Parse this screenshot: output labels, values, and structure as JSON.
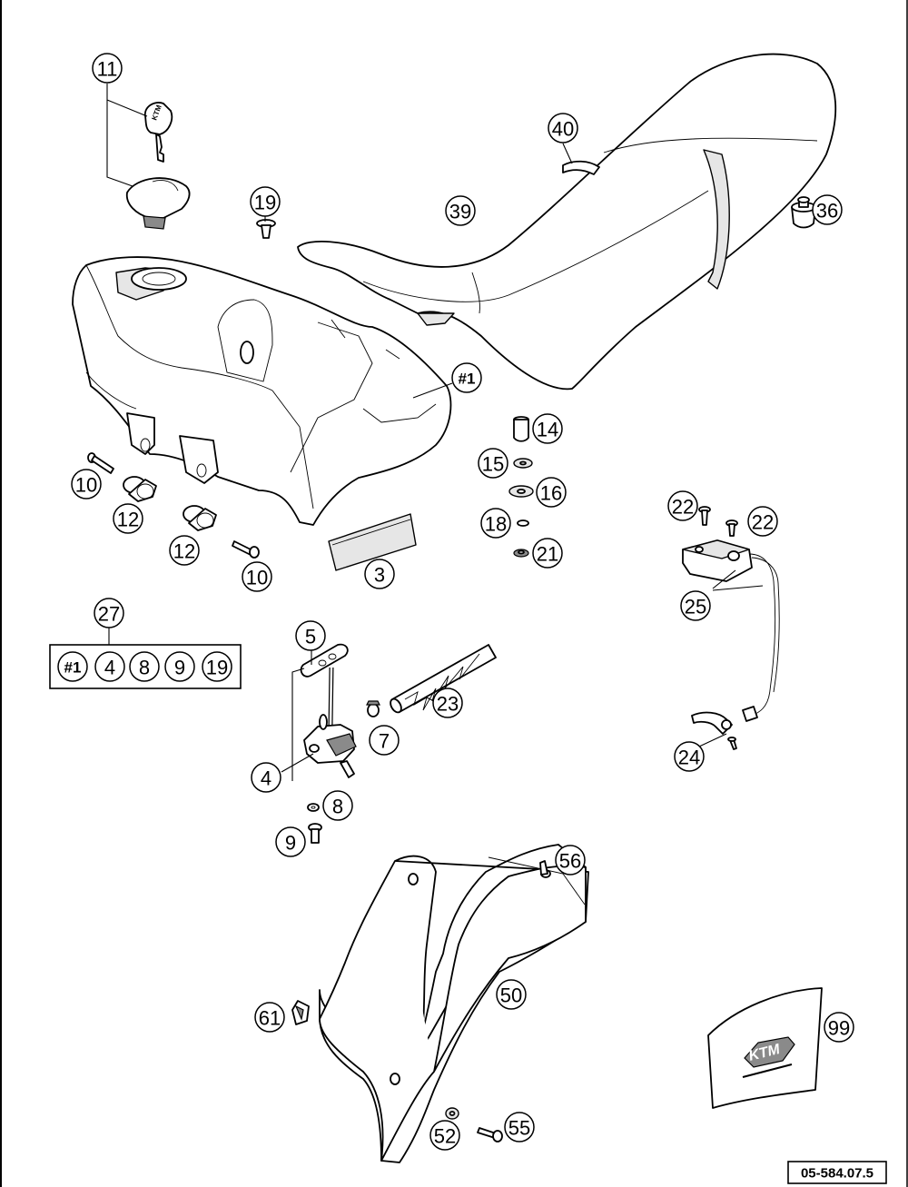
{
  "drawing": {
    "reference_number": "05-584.07.5"
  },
  "kit": {
    "number": "27",
    "contents": [
      "#1",
      "4",
      "8",
      "9",
      "19"
    ]
  },
  "callouts": {
    "c11": "11",
    "c40": "40",
    "c19": "19",
    "c39": "39",
    "c36": "36",
    "c_tank": "#1",
    "c14": "14",
    "c15": "15",
    "c16": "16",
    "c18": "18",
    "c21": "21",
    "c10a": "10",
    "c12a": "12",
    "c12b": "12",
    "c10b": "10",
    "c3": "3",
    "c22a": "22",
    "c22b": "22",
    "c25": "25",
    "c5": "5",
    "c23": "23",
    "c7": "7",
    "c4": "4",
    "c8": "8",
    "c9": "9",
    "c24": "24",
    "c56": "56",
    "c50": "50",
    "c61": "61",
    "c99": "99",
    "c52": "52",
    "c55": "55"
  }
}
